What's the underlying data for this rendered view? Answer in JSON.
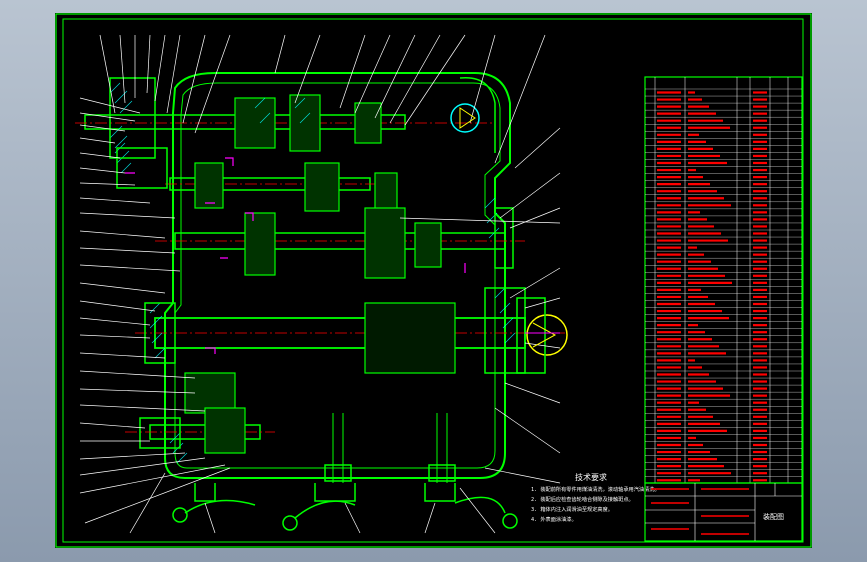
{
  "drawing": {
    "notes_title": "技术要求",
    "notes": [
      "1. 装配前所有零件用煤油清洗，滚动轴承用汽油清洗。",
      "2. 装配后应检查齿轮啮合侧隙及接触斑点。",
      "3. 箱体内注入润滑油至规定高度。",
      "4. 外表面涂油漆。"
    ],
    "title_block_name": "装配图"
  },
  "colors": {
    "background": "#000000",
    "frame": "#00ff00",
    "outline": "#00ff00",
    "centerline": "#ff0000",
    "leader": "#ffffff",
    "hatch": "#00ffff",
    "accent": "#ff00ff",
    "highlight": "#ffff00"
  }
}
